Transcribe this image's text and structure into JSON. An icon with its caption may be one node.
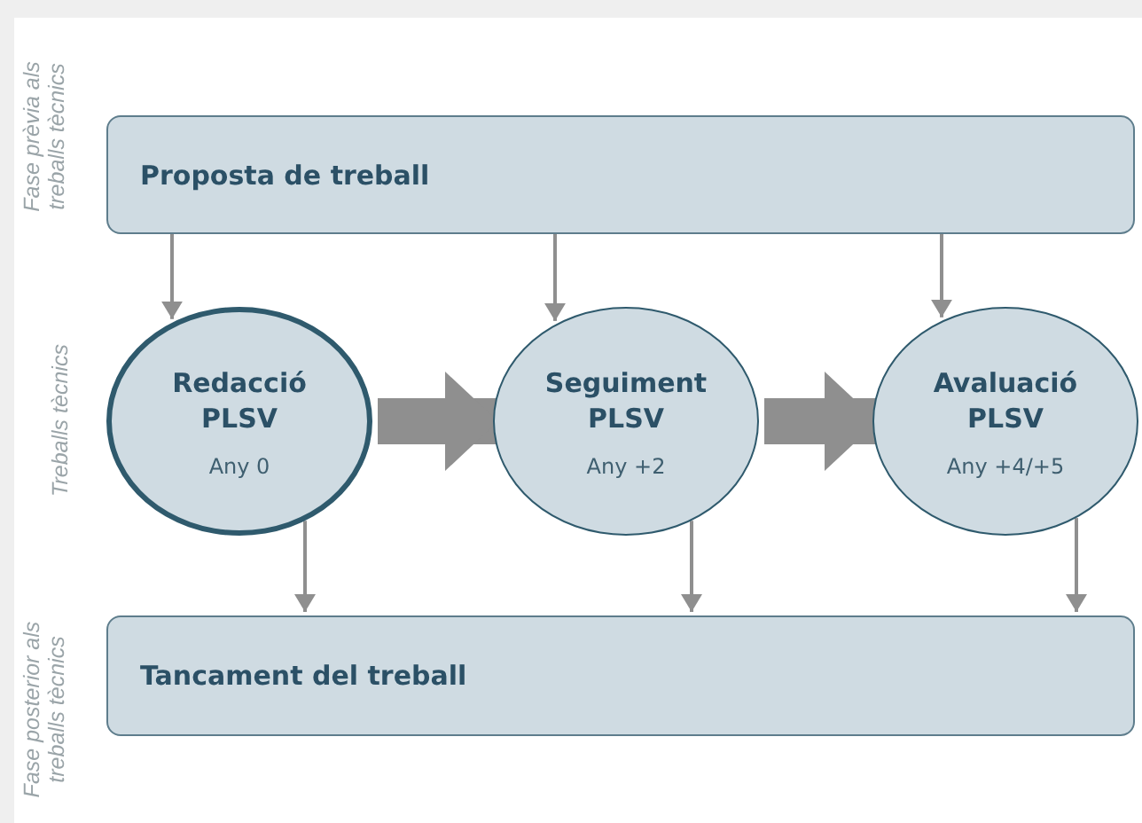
{
  "diagram": {
    "nodes": [
      {
        "text": [
          "Proposta de treball"
        ]
      },
      {
        "text": [
          "Redacció PLSV",
          "Any 0"
        ]
      },
      {
        "text": [
          "Seguiment PLSV",
          "Any +2"
        ]
      },
      {
        "text": [
          "Avaluació PLSV",
          "Any +4/+5"
        ]
      },
      {
        "text": [
          "Tancament del treball"
        ]
      }
    ],
    "edges": [
      {
        "from": 0,
        "to": 1,
        "arrow": "to"
      },
      {
        "from": 0,
        "to": 2,
        "arrow": "to"
      },
      {
        "from": 0,
        "to": 3,
        "arrow": "to"
      },
      {
        "from": 1,
        "to": 2,
        "arrow": "to",
        "style": "thick"
      },
      {
        "from": 2,
        "to": 3,
        "arrow": "to",
        "style": "thick"
      },
      {
        "from": 1,
        "to": 4,
        "arrow": "to"
      },
      {
        "from": 2,
        "to": 4,
        "arrow": "to"
      },
      {
        "from": 3,
        "to": 4,
        "arrow": "to"
      }
    ],
    "labels": [
      "Fase prèvia als treballs tècnics",
      "Treballs tècnics",
      "Fase posterior als treballs tècnics"
    ]
  }
}
